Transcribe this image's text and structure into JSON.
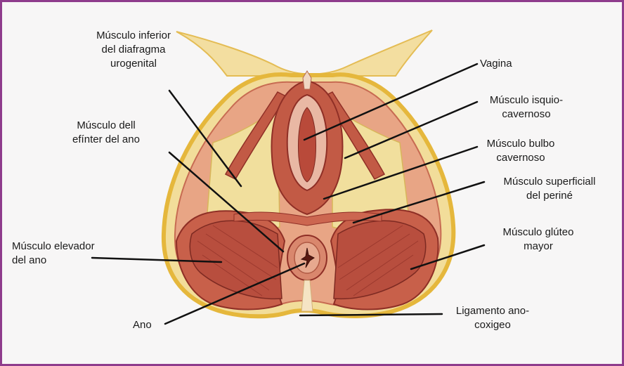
{
  "colors": {
    "frame_border": "#8e3c8c",
    "background": "#f7f6f6",
    "fat": "#f2dd9a",
    "fat_border": "#e5b73c",
    "muscle": "#c25a45",
    "muscle_dark": "#8f2f26",
    "muscle_light": "#d98a72",
    "leader_line": "#111111"
  },
  "labels": {
    "diafragma": "Músculo inferior\ndel diafragma\nurogenital",
    "esfinter": "Músculo dell\nefínter del ano",
    "elevador": "Músculo elevador\ndel ano",
    "ano": "Ano",
    "vagina": "Vagina",
    "isquio": "Músculo isquio-\ncavernoso",
    "bulbo": "Músculo bulbo\ncavernoso",
    "superficial": "Músculo superficiall\ndel periné",
    "gluteo": "Músculo glúteo\nmayor",
    "ligamento": "Ligamento ano-\ncoxigeo"
  }
}
